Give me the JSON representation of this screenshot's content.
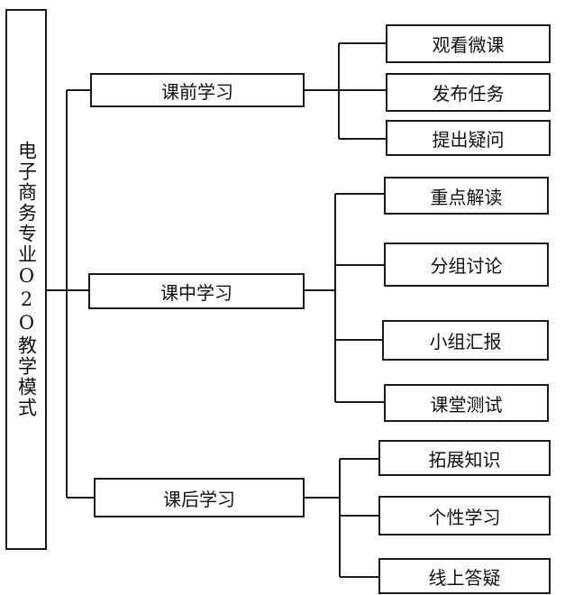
{
  "root": {
    "label": "电子商务专业O2O教学模式"
  },
  "stages": [
    {
      "label": "课前学习",
      "children": [
        "观看微课",
        "发布任务",
        "提出疑问"
      ]
    },
    {
      "label": "课中学习",
      "children": [
        "重点解读",
        "分组讨论",
        "小组汇报",
        "课堂测试"
      ]
    },
    {
      "label": "课后学习",
      "children": [
        "拓展知识",
        "个性学习",
        "线上答疑"
      ]
    }
  ]
}
